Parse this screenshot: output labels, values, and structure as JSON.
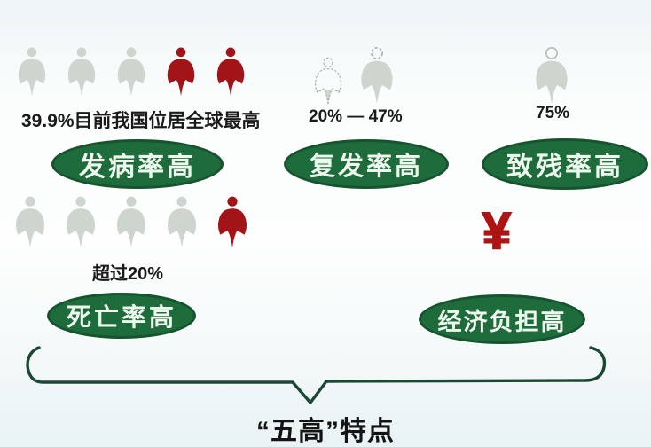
{
  "colors": {
    "ellipse_green": "#1e6b3b",
    "ellipse_border": "#16532e",
    "ellipse_text": "#eef8ee",
    "icon_gray": "#ced4ce",
    "icon_red": "#a31418",
    "dash_gray": "#a3aca4",
    "head_outline": "#b2bab2",
    "yen_red": "#ae1414",
    "brace_green": "#1c4833",
    "text_black": "#1a1a1a"
  },
  "groups": [
    {
      "id": "incidence",
      "icons": [
        "gray",
        "gray",
        "gray",
        "red",
        "red"
      ],
      "caption": "39.9%目前我国位居全球最高",
      "label": "发病率高"
    },
    {
      "id": "recurrence",
      "icons": [
        "partial-low",
        "partial-high"
      ],
      "caption": "20% — 47%",
      "label": "复发率高"
    },
    {
      "id": "disability",
      "icons": [
        "outline-head"
      ],
      "caption": "75%",
      "label": "致残率高"
    },
    {
      "id": "mortality",
      "icons": [
        "gray",
        "gray",
        "gray",
        "gray",
        "red"
      ],
      "caption": "超过20%",
      "label": "死亡率高"
    },
    {
      "id": "economic",
      "symbol": "¥",
      "label": "经济负担高"
    }
  ],
  "footer": {
    "title": "“五高”特点"
  }
}
